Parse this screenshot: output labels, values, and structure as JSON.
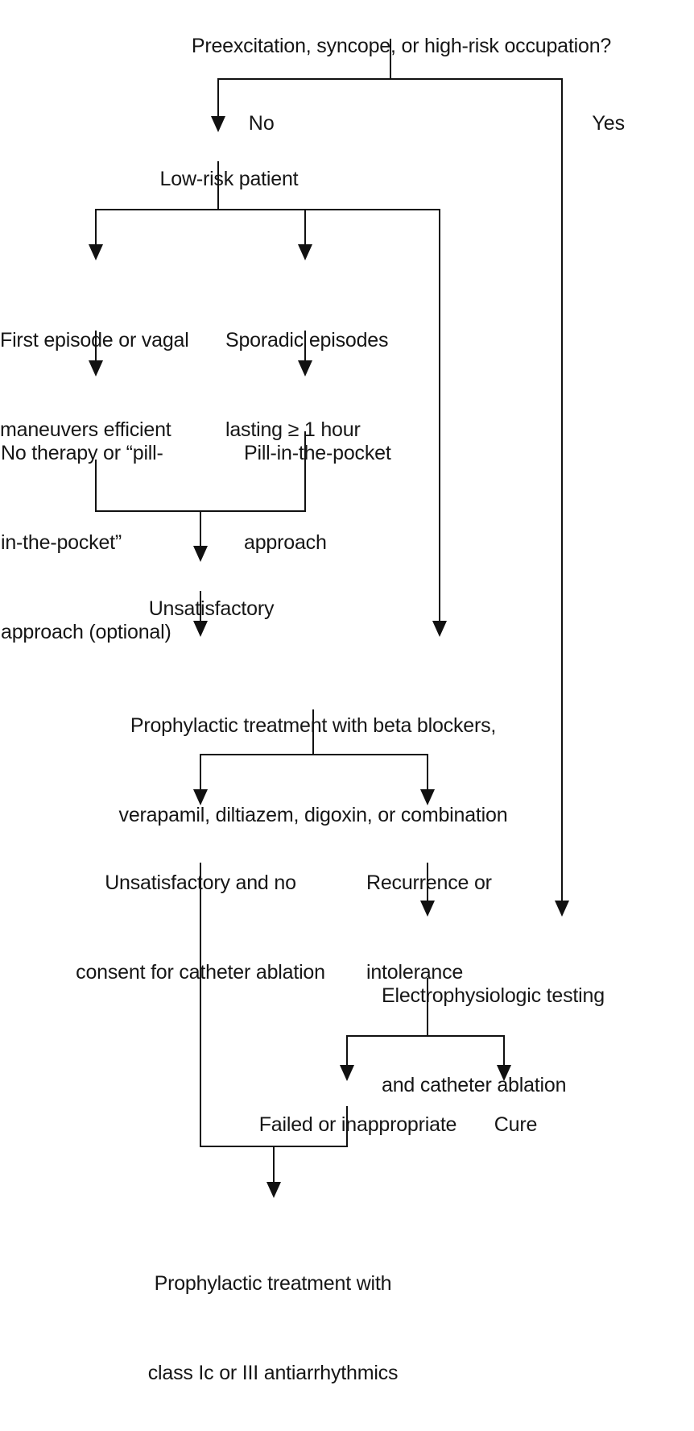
{
  "diagram": {
    "title": "Management algorithm for supraventricular tachycardia",
    "line_color": "#111111",
    "text_color": "#161616",
    "background": "#ffffff"
  },
  "nodes": {
    "root_question": "Preexcitation, syncope, or high-risk occupation?",
    "low_risk_patient": "Low-risk patient",
    "first_episode_l1": "First episode or vagal",
    "first_episode_l2": "maneuvers efficient",
    "sporadic_l1": "Sporadic episodes",
    "sporadic_l2": "lasting ≥ 1 hour",
    "no_therapy_l1": "No therapy or “pill-",
    "no_therapy_l2": "in-the-pocket”",
    "no_therapy_l3": "approach (optional)",
    "pill_pocket_l1": "Pill-in-the-pocket",
    "pill_pocket_l2": "approach",
    "unsatisfactory": "Unsatisfactory",
    "prophylactic_l1": "Prophylactic treatment with beta blockers,",
    "prophylactic_l2": "verapamil, diltiazem, digoxin, or combination",
    "no_consent_l1": "Unsatisfactory and no",
    "no_consent_l2": "consent for catheter ablation",
    "recurrence_l1": "Recurrence or",
    "recurrence_l2": "intolerance",
    "ep_testing_l1": "Electrophysiologic testing",
    "ep_testing_l2": "and catheter ablation",
    "failed": "Failed or inappropriate",
    "cure": "Cure",
    "final_l1": "Prophylactic treatment with",
    "final_l2": "class Ic or III antiarrhythmics"
  },
  "edge_labels": {
    "no": "No",
    "yes": "Yes"
  }
}
